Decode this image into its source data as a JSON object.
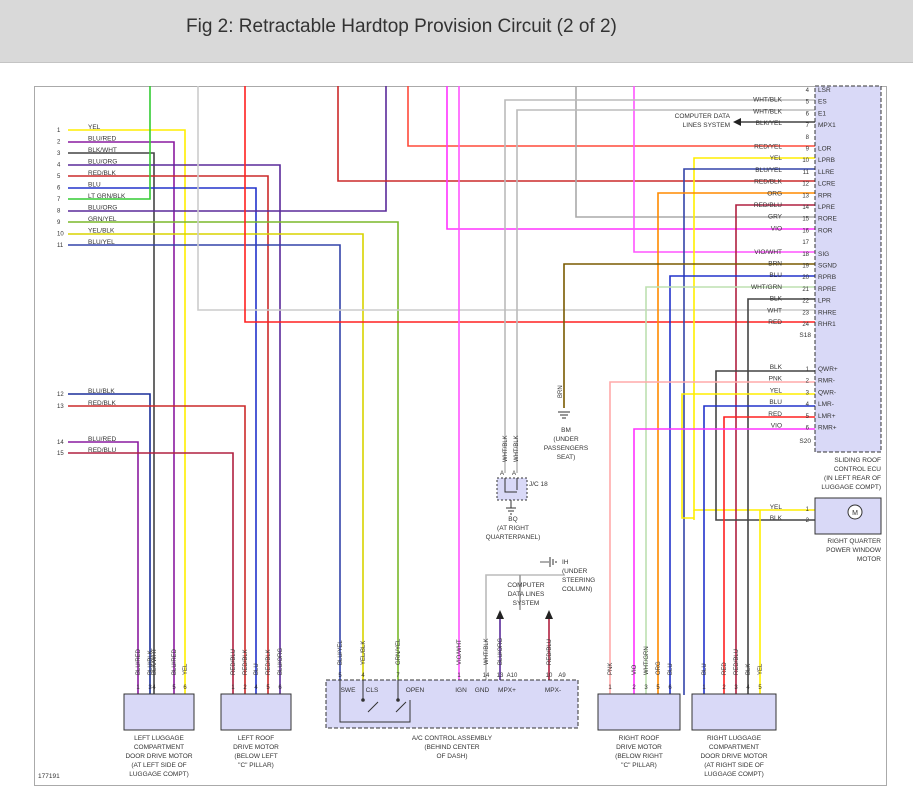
{
  "header": {
    "title": "Fig 2: Retractable Hardtop Provision Circuit (2 of 2)"
  },
  "figure_number": "177191",
  "colors": {
    "YEL": "#ffee00",
    "BLU/RED": "#8a1aa0",
    "BLK/WHT": "#444444",
    "BLU/ORG": "#5a2a9a",
    "RED/BLK": "#cc2a2a",
    "BLU": "#2233cc",
    "LT GRN/BLK": "#33cc33",
    "GRN/YEL": "#7ab82a",
    "YEL/BLK": "#d8d400",
    "BLU/YEL": "#3344aa",
    "BLU/BLK": "#1a2f9a",
    "RED/BLU": "#b02040",
    "WHT/BLK": "#bbbbbb",
    "BLK/YEL": "#444444",
    "RED/YEL": "#ff4a3a",
    "BLU/YEL2": "#3344aa",
    "ORG": "#ff8a00",
    "GRY": "#aaaaaa",
    "VIO": "#ff33ff",
    "VIO/WHT": "#ff55ff",
    "BRN": "#7a5a00",
    "WHT/GRN": "#bde0b0",
    "BLK": "#444444",
    "WHT": "#cccccc",
    "RED": "#ff2020",
    "PNK": "#ffaaaa",
    "WHT/BLU": "#bbbbbb",
    "BLU/ORG2": "#5a2a9a"
  },
  "left_harness": [
    {
      "pin": "1",
      "wire": "YEL"
    },
    {
      "pin": "2",
      "wire": "BLU/RED"
    },
    {
      "pin": "3",
      "wire": "BLK/WHT"
    },
    {
      "pin": "4",
      "wire": "BLU/ORG"
    },
    {
      "pin": "5",
      "wire": "RED/BLK"
    },
    {
      "pin": "6",
      "wire": "BLU"
    },
    {
      "pin": "7",
      "wire": "LT GRN/BLK"
    },
    {
      "pin": "8",
      "wire": "BLU/ORG"
    },
    {
      "pin": "9",
      "wire": "GRN/YEL"
    },
    {
      "pin": "10",
      "wire": "YEL/BLK"
    },
    {
      "pin": "11",
      "wire": "BLU/YEL"
    }
  ],
  "left_harness_lower": [
    {
      "pin": "12",
      "wire": "BLU/BLK"
    },
    {
      "pin": "13",
      "wire": "RED/BLK"
    },
    {
      "pin": "14",
      "wire": "BLU/RED"
    },
    {
      "pin": "15",
      "wire": "RED/BLU"
    }
  ],
  "ecu": {
    "connector_s18": "S18",
    "connector_s20": "S20",
    "label": [
      "SLIDING ROOF",
      "CONTROL ECU",
      "(IN LEFT REAR OF",
      "LUGGAGE COMPT)"
    ],
    "pins_s18": [
      {
        "pin": "4",
        "wire": "",
        "term": "LSR"
      },
      {
        "pin": "5",
        "wire": "WHT/BLK",
        "term": "ES"
      },
      {
        "pin": "6",
        "wire": "WHT/BLK",
        "term": "E1"
      },
      {
        "pin": "7",
        "wire": "BLK/YEL",
        "term": "MPX1"
      },
      {
        "pin": "8",
        "wire": "",
        "term": ""
      },
      {
        "pin": "9",
        "wire": "RED/YEL",
        "term": "LOR"
      },
      {
        "pin": "10",
        "wire": "YEL",
        "term": "LPRB"
      },
      {
        "pin": "11",
        "wire": "BLU/YEL",
        "term": "LLRE"
      },
      {
        "pin": "12",
        "wire": "RED/BLK",
        "term": "LCRE"
      },
      {
        "pin": "13",
        "wire": "ORG",
        "term": "RPR"
      },
      {
        "pin": "14",
        "wire": "RED/BLU",
        "term": "LPRE"
      },
      {
        "pin": "15",
        "wire": "GRY",
        "term": "RORE"
      },
      {
        "pin": "16",
        "wire": "VIO",
        "term": "ROR"
      },
      {
        "pin": "17",
        "wire": "",
        "term": ""
      },
      {
        "pin": "18",
        "wire": "VIO/WHT",
        "term": "SIG"
      },
      {
        "pin": "19",
        "wire": "BRN",
        "term": "SGND"
      },
      {
        "pin": "20",
        "wire": "BLU",
        "term": "RPRB"
      },
      {
        "pin": "21",
        "wire": "WHT/GRN",
        "term": "RPRE"
      },
      {
        "pin": "22",
        "wire": "BLK",
        "term": "LPR"
      },
      {
        "pin": "23",
        "wire": "WHT",
        "term": "RHRE"
      },
      {
        "pin": "24",
        "wire": "RED",
        "term": "RHR1"
      }
    ],
    "pins_s20": [
      {
        "pin": "1",
        "wire": "BLK",
        "term": "QWR+"
      },
      {
        "pin": "2",
        "wire": "PNK",
        "term": "RMR-"
      },
      {
        "pin": "3",
        "wire": "YEL",
        "term": "QWR-"
      },
      {
        "pin": "4",
        "wire": "BLU",
        "term": "LMR-"
      },
      {
        "pin": "5",
        "wire": "RED",
        "term": "LMR+"
      },
      {
        "pin": "6",
        "wire": "VIO",
        "term": "RMR+"
      }
    ]
  },
  "computer_data_top": [
    "COMPUTER DATA",
    "LINES SYSTEM"
  ],
  "computer_data_mid": [
    "COMPUTER",
    "DATA LINES",
    "SYSTEM"
  ],
  "ground_bm": {
    "wire": "BRN",
    "label": [
      "BM",
      "(UNDER",
      "PASSENGERS",
      "SEAT)"
    ]
  },
  "junction_jc18": {
    "name": "J/C 18",
    "pin_a1": "A",
    "pin_a2": "A",
    "wire1": "WHT/BLK",
    "wire2": "WHT/BLK"
  },
  "ground_bq": {
    "label": [
      "BQ",
      "(AT RIGHT",
      "QUARTERPANEL)"
    ]
  },
  "ground_ih": {
    "label": [
      "IH",
      "(UNDER",
      "STEERING",
      "COLUMN)"
    ]
  },
  "window_motor": {
    "pins": [
      {
        "pin": "1",
        "wire": "YEL"
      },
      {
        "pin": "2",
        "wire": "BLK"
      }
    ],
    "label": [
      "RIGHT QUARTER",
      "POWER WINDOW",
      "MOTOR"
    ]
  },
  "components": {
    "left_luggage": {
      "pins": [
        {
          "pin": "1",
          "wire": "BLU/RED"
        },
        {
          "pin": "3",
          "wire": "BLU/BLK"
        },
        {
          "pin": "4",
          "wire": "BLK/WHT"
        },
        {
          "pin": "5",
          "wire": "BLU/RED"
        },
        {
          "pin": "6",
          "wire": "YEL"
        }
      ],
      "label": [
        "LEFT LUGGAGE",
        "COMPARTMENT",
        "DOOR DRIVE MOTOR",
        "(AT LEFT SIDE OF",
        "LUGGAGE COMPT)"
      ]
    },
    "left_roof": {
      "pins": [
        {
          "pin": "1",
          "wire": "RED/BLU"
        },
        {
          "pin": "2",
          "wire": "RED/BLK"
        },
        {
          "pin": "4",
          "wire": "BLU"
        },
        {
          "pin": "5",
          "wire": "RED/BLK"
        },
        {
          "pin": "6",
          "wire": "BLU/ORG"
        }
      ],
      "label": [
        "LEFT ROOF",
        "DRIVE MOTOR",
        "(BELOW LEFT",
        "\"C\" PILLAR)"
      ]
    },
    "ac": {
      "pins": [
        {
          "pin": "5",
          "wire": "BLU/YEL"
        },
        {
          "pin": "4",
          "wire": "YEL/BLK"
        },
        {
          "pin": "7",
          "wire": "GRN/YEL"
        },
        {
          "pin": "1",
          "wire": "VIO/WHT"
        },
        {
          "pin": "14",
          "wire": "WHT/BLK"
        },
        {
          "pin": "13",
          "wire": "BLU/ORG"
        },
        {
          "pin": "A10",
          "wire": ""
        },
        {
          "pin": "10",
          "wire": "RED/BLU"
        },
        {
          "pin": "A9",
          "wire": ""
        }
      ],
      "terms": [
        "SWE",
        "CLS",
        "OPEN",
        "IGN",
        "GND",
        "MPX+",
        "MPX-"
      ],
      "label": [
        "A/C CONTROL ASSEMBLY",
        "(BEHIND CENTER",
        "OF DASH)"
      ]
    },
    "right_roof": {
      "pins": [
        {
          "pin": "1",
          "wire": "PNK"
        },
        {
          "pin": "2",
          "wire": "VIO"
        },
        {
          "pin": "3",
          "wire": "WHT/GRN"
        },
        {
          "pin": "5",
          "wire": "ORG"
        },
        {
          "pin": "6",
          "wire": "BLU"
        }
      ],
      "label": [
        "RIGHT ROOF",
        "DRIVE MOTOR",
        "(BELOW RIGHT",
        "\"C\" PILLAR)"
      ]
    },
    "right_luggage": {
      "pins": [
        {
          "pin": "1",
          "wire": "BLU"
        },
        {
          "pin": "2",
          "wire": "RED"
        },
        {
          "pin": "3",
          "wire": "RED/BLU"
        },
        {
          "pin": "4",
          "wire": "BLK"
        },
        {
          "pin": "5",
          "wire": "YEL"
        }
      ],
      "label": [
        "RIGHT LUGGAGE",
        "COMPARTMENT",
        "DOOR DRIVE MOTOR",
        "(AT RIGHT SIDE OF",
        "LUGGAGE COMPT)"
      ]
    }
  }
}
